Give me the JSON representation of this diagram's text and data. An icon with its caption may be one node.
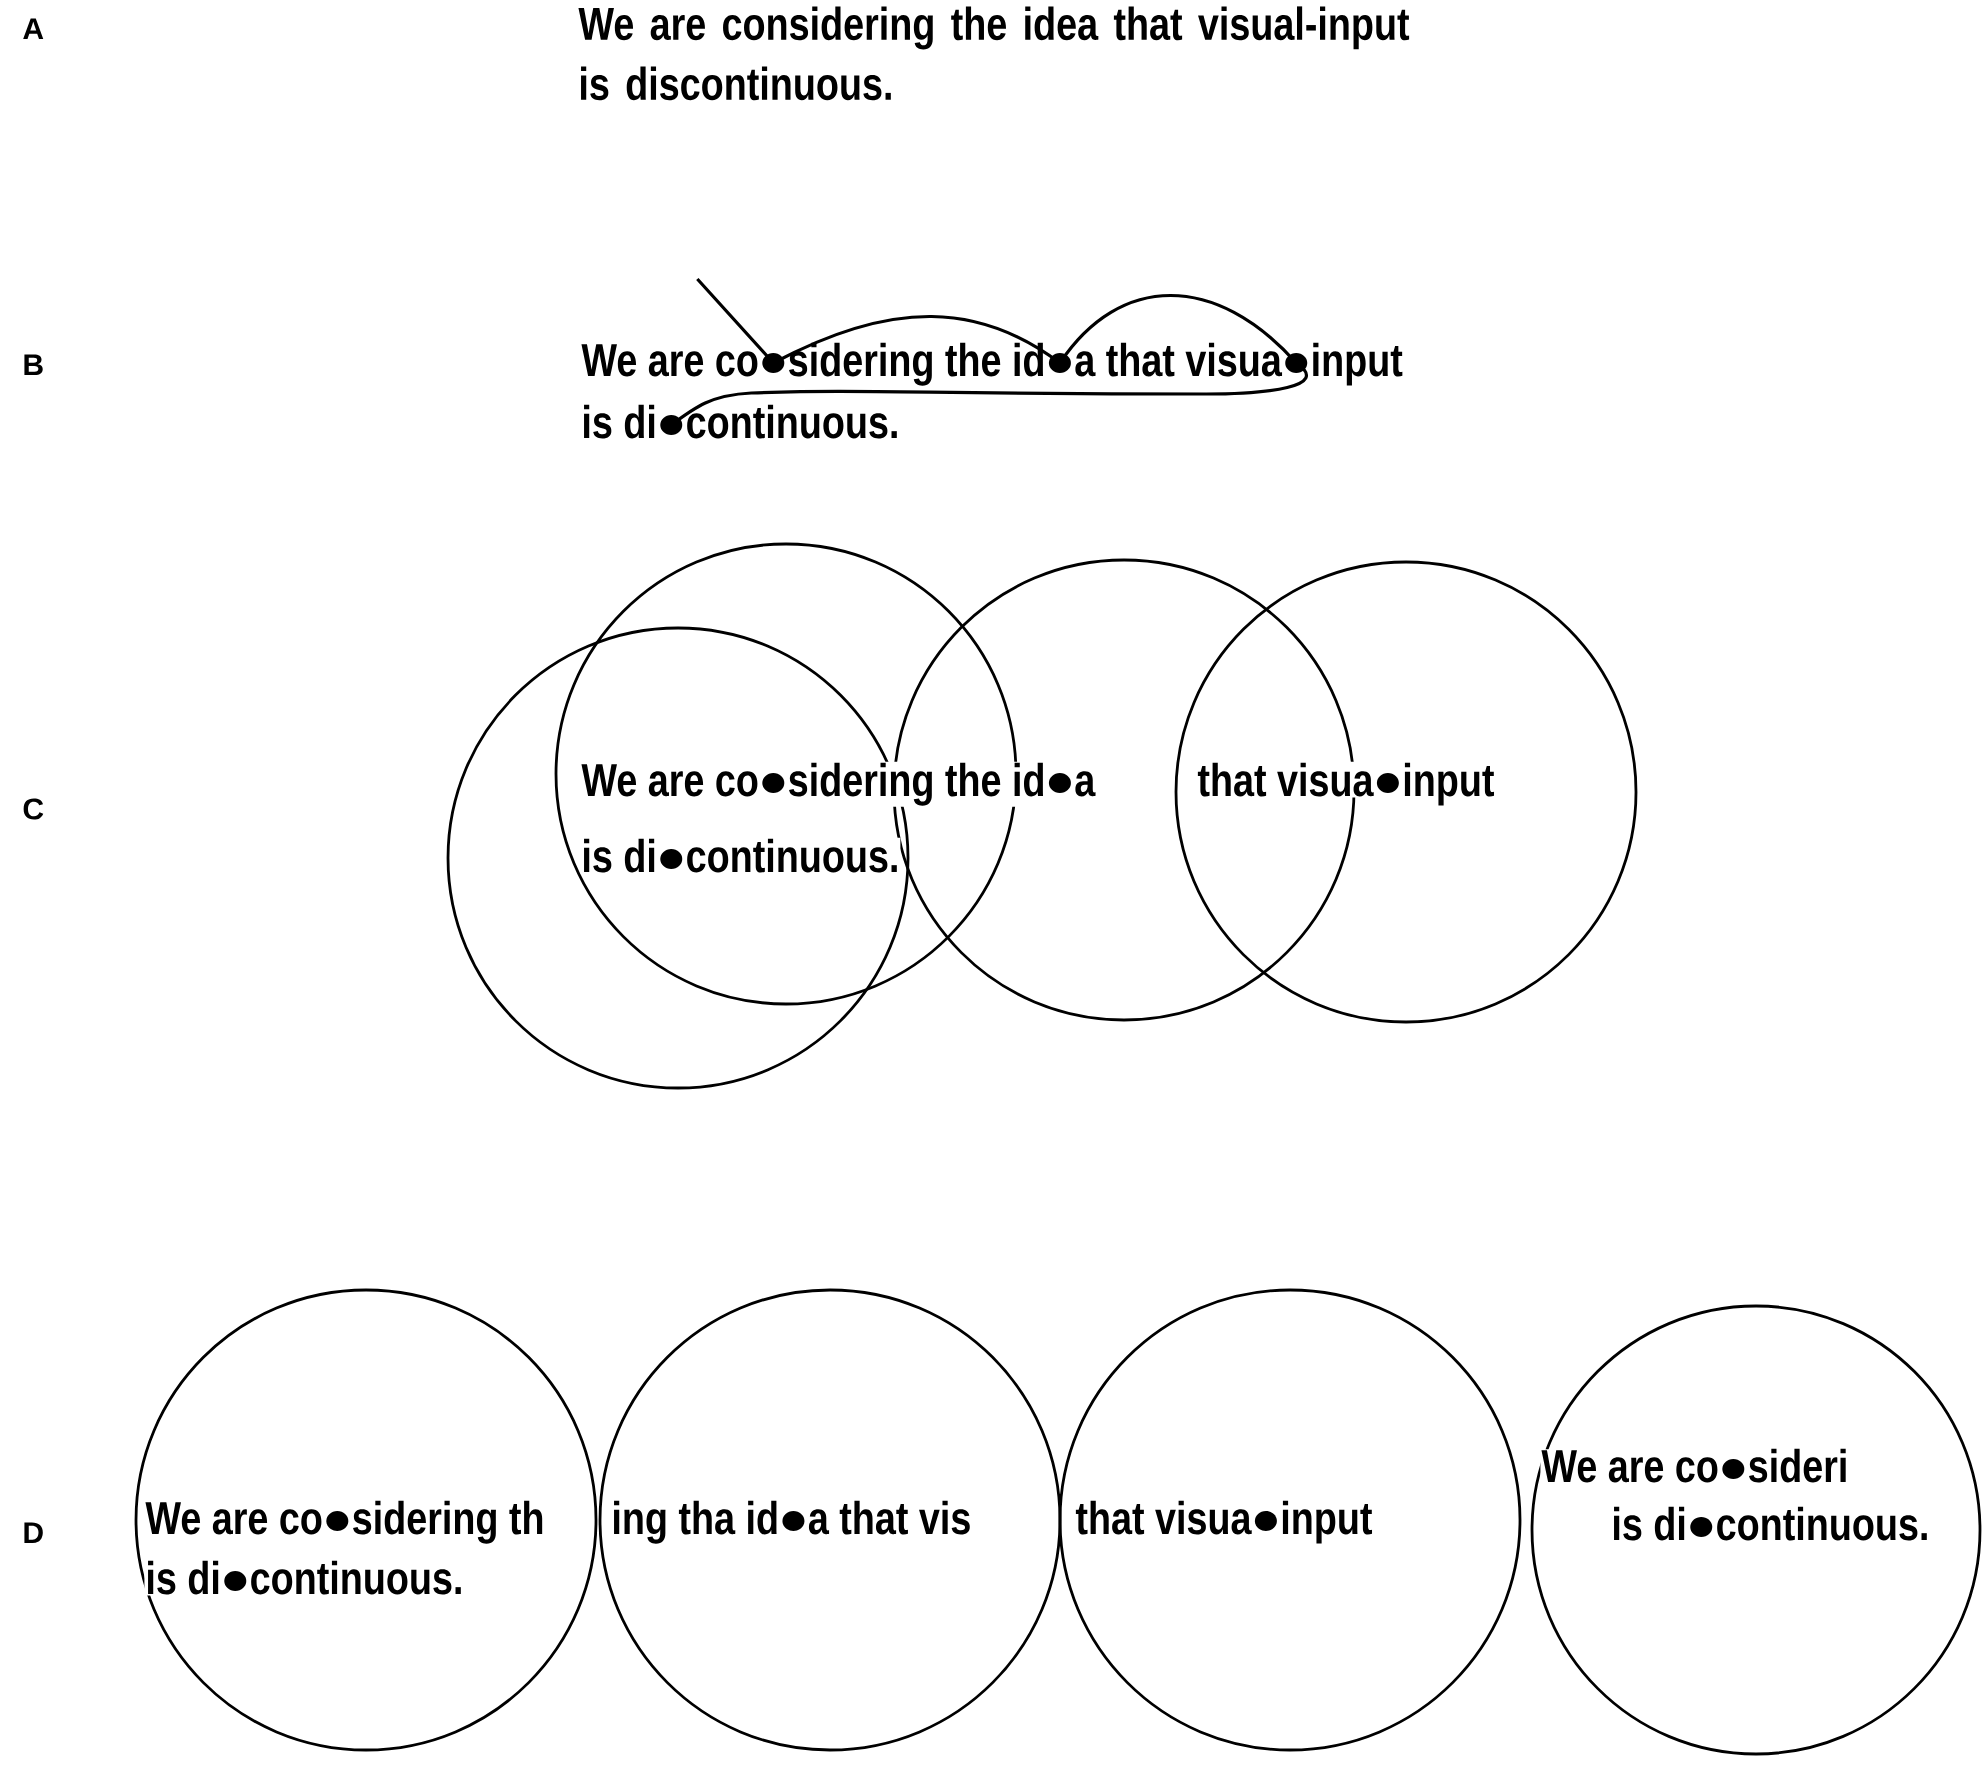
{
  "diagram": {
    "nodes": [
      {
        "text": [],
        "shape": "circle"
      },
      {
        "text": [],
        "shape": "circle"
      },
      {
        "text": [],
        "shape": "circle"
      },
      {
        "text": [],
        "shape": "circle"
      },
      {
        "text": [
          "We are co",
          "sidering th",
          "is di",
          "continuous."
        ]
      },
      {
        "text": [
          "ing tha id",
          "a that vis"
        ]
      },
      {
        "text": [
          "that visua",
          "input"
        ]
      },
      {
        "text": [
          "We are co",
          "sideri",
          "is di",
          "continuous."
        ]
      }
    ],
    "labels": [
      "A",
      "We are considering the idea that visual-input is discontinuous.",
      "B",
      "We are co",
      "sidering the id",
      "a that visua",
      "input",
      "is di",
      "continuous.",
      "C",
      "We are co",
      "sidering the id",
      "a",
      "that visua",
      "input",
      "is di",
      "continuous.",
      "D"
    ]
  }
}
